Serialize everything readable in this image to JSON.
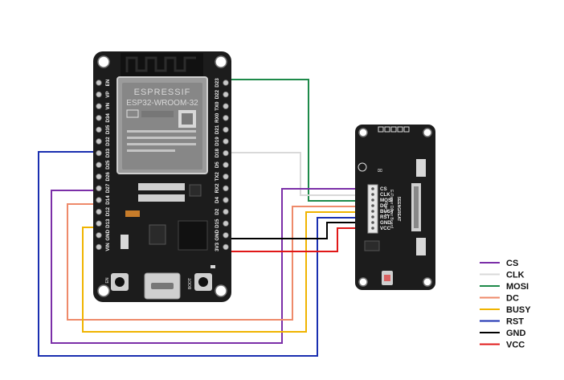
{
  "esp32_board": {
    "module_brand": "ESPRESSIF",
    "module_model": "ESP32-WROOM-32",
    "boot_label": "BOOT",
    "en_label": "EN",
    "left_pins": [
      "EN",
      "VP",
      "VN",
      "D34",
      "D35",
      "D32",
      "D33",
      "D25",
      "D26",
      "D27",
      "D14",
      "D12",
      "D13",
      "GND",
      "VIN"
    ],
    "right_pins": [
      "D23",
      "D22",
      "TX0",
      "RX0",
      "D21",
      "D19",
      "D18",
      "D5",
      "TX2",
      "RX2",
      "D4",
      "D2",
      "D15",
      "GND",
      "3V3"
    ]
  },
  "driver_board": {
    "brand": "SEENGREAT",
    "title": "E-Paper Driver Board",
    "subtitle": "Rev 1.1",
    "pins": [
      "CS",
      "CLK",
      "MOSI",
      "DC",
      "BUSY",
      "RST",
      "GND",
      "VCC"
    ]
  },
  "legend": [
    {
      "label": "CS",
      "color": "#7b2fa8"
    },
    {
      "label": "CLK",
      "color": "#d9d9d9"
    },
    {
      "label": "MOSI",
      "color": "#1e8a4a"
    },
    {
      "label": "DC",
      "color": "#ee8a6a"
    },
    {
      "label": "BUSY",
      "color": "#f0b400"
    },
    {
      "label": "RST",
      "color": "#1a2fb0"
    },
    {
      "label": "GND",
      "color": "#000000"
    },
    {
      "label": "VCC",
      "color": "#e01818"
    }
  ]
}
